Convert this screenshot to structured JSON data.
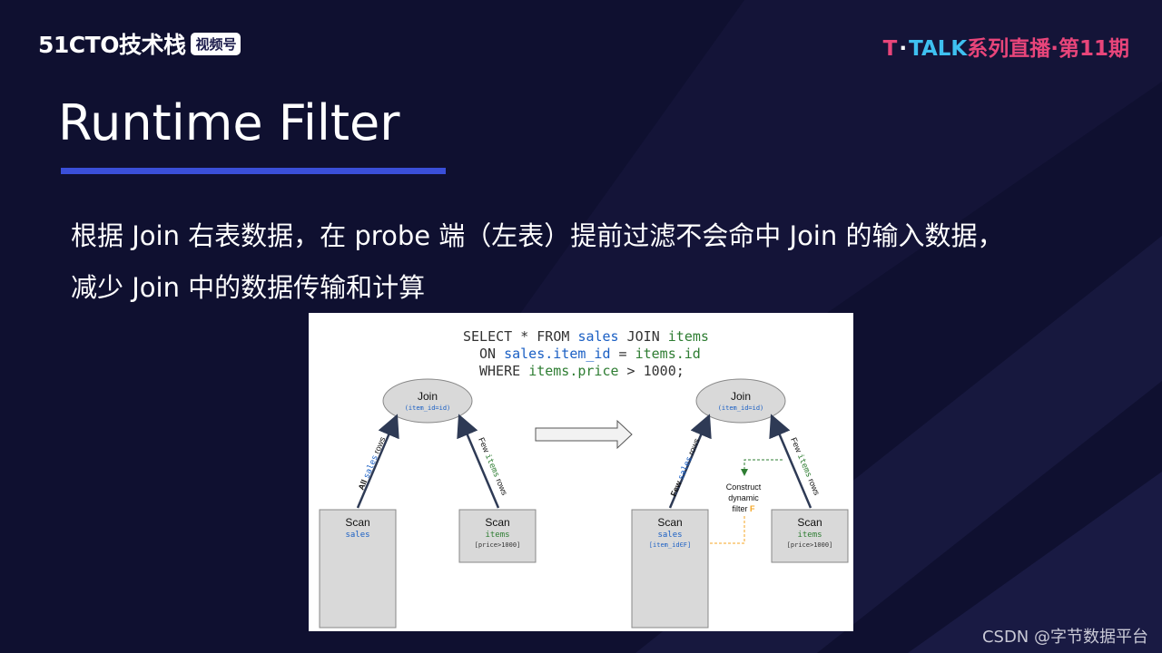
{
  "header": {
    "logo_left": {
      "brand": "51CTO技术栈",
      "badge": "视频号"
    },
    "logo_right": {
      "t": "T",
      "dot": "·",
      "talk": "TALK",
      "series": "系列直播·第11期"
    }
  },
  "slide": {
    "title": "Runtime Filter",
    "description_line1": "根据 Join 右表数据，在 probe 端（左表）提前过滤不会命中 Join 的输入数据，",
    "description_line2": "减少 Join 中的数据传输和计算"
  },
  "diagram": {
    "sql": {
      "l1_a": "SELECT * FROM ",
      "l1_b": "sales",
      "l1_c": " JOIN ",
      "l1_d": "items",
      "l2_a": "ON ",
      "l2_b": "sales.item_id",
      "l2_c": " = ",
      "l2_d": "items.id",
      "l3_a": "WHERE ",
      "l3_b": "items.price",
      "l3_c": " > 1000;"
    },
    "join_label": "Join",
    "join_cond": "(item_id=id)",
    "scan_label": "Scan",
    "sales": "sales",
    "items": "items",
    "price_filter": "[price>1000]",
    "item_filter": "[item_id∈F]",
    "left_arrow": {
      "q": "All ",
      "t": "sales",
      "r": " rows"
    },
    "right_arrow": {
      "q": "Few ",
      "t": "items",
      "r": " rows"
    },
    "after_left_arrow": {
      "q": "Few ",
      "t": "sales",
      "r": " rows"
    },
    "construct": {
      "l1": "Construct",
      "l2": "dynamic",
      "l3": "filter ",
      "f": "F"
    },
    "colors": {
      "blue": "#1a5fc4",
      "green": "#2e7d32",
      "orange": "#f5a623",
      "box": "#d9d9d9"
    }
  },
  "footer": "CSDN @字节数据平台"
}
